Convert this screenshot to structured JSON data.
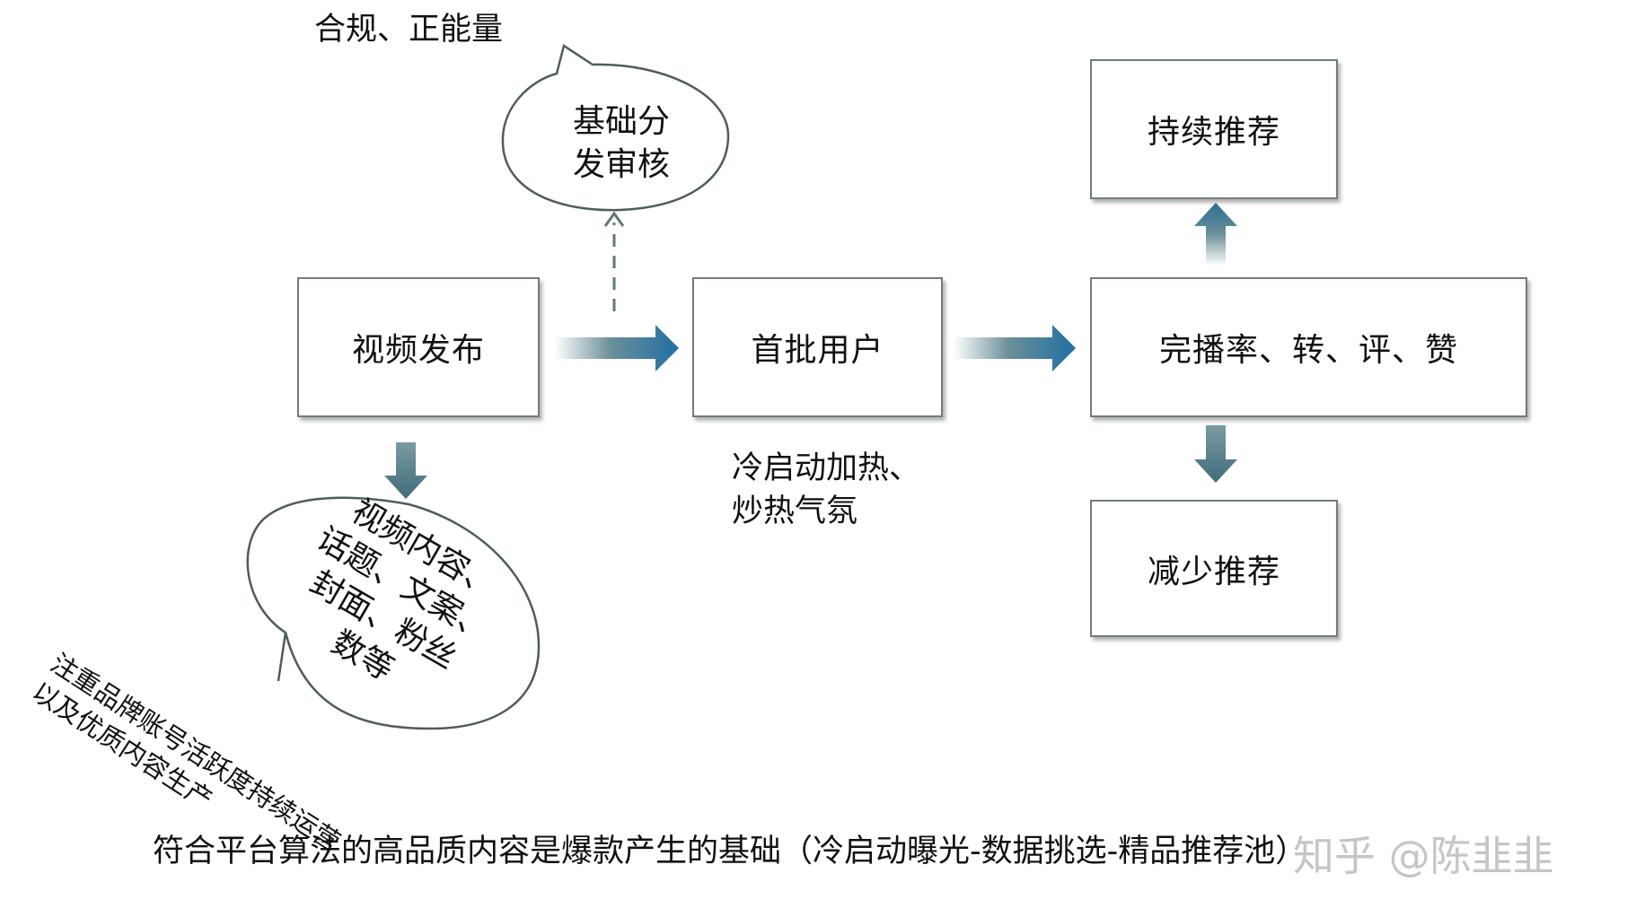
{
  "nodes": {
    "video_publish": "视频发布",
    "first_users": "首批用户",
    "metrics": "完播率、转、评、赞",
    "keep_recommend": "持续推荐",
    "reduce_recommend": "减少推荐"
  },
  "bubbles": {
    "review_line1": "基础分",
    "review_line2": "发审核",
    "content_line1": "视频内容、",
    "content_line2": "话题、文案、",
    "content_line3": "封面、粉丝",
    "content_line4": "数等"
  },
  "notes": {
    "compliance": "合规、正能量",
    "cold_start_line1": "冷启动加热、",
    "cold_start_line2": "炒热气氛",
    "brand_line1": "注重品牌账号活跃度持续运营",
    "brand_line2": "以及优质内容生产",
    "caption": "符合平台算法的高品质内容是爆款产生的基础（冷启动曝光-数据挑选-精品推荐池）",
    "watermark": "知乎 @陈韭韭"
  },
  "colors": {
    "box_border": "#6f7d7a",
    "arrow_blue": "#1f6fa3",
    "arrow_slate": "#4f7280",
    "dashed": "#5f7a78"
  }
}
